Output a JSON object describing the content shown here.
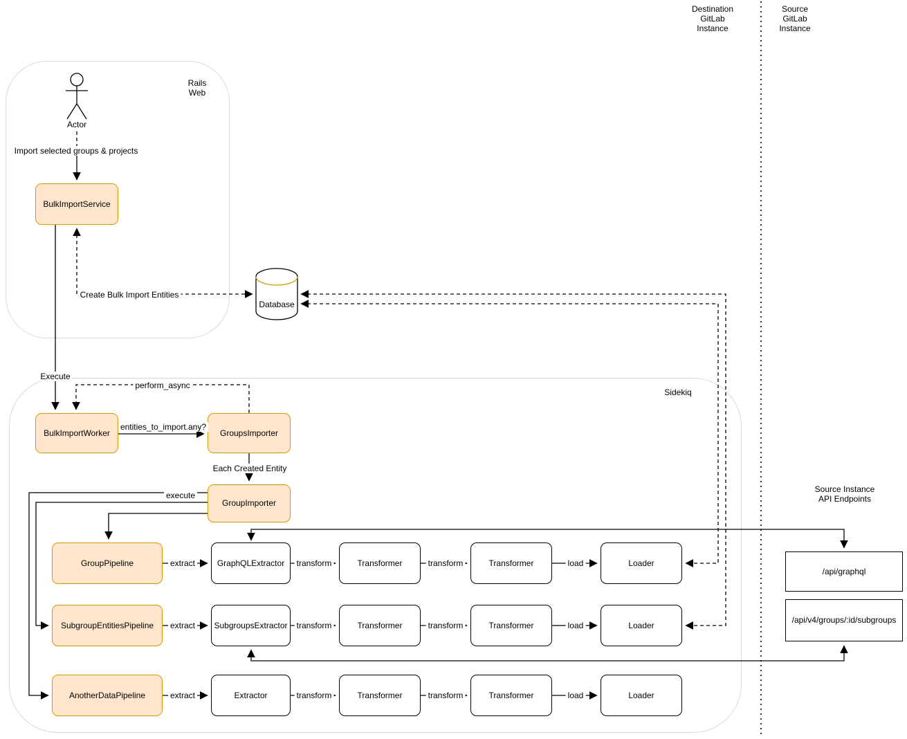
{
  "headers": {
    "destination_instance": "Destination\nGitLab\nInstance",
    "source_instance": "Source\nGitLab\nInstance",
    "api_endpoints_title": "Source Instance API Endpoints"
  },
  "containers": {
    "rails_web": "Rails\nWeb",
    "sidekiq": "Sidekiq"
  },
  "actor": {
    "label": "Actor"
  },
  "nodes": {
    "bulk_import_service": "BulkImportService",
    "database": "Database",
    "bulk_import_worker": "BulkImportWorker",
    "groups_importer": "GroupsImporter",
    "group_importer": "GroupImporter",
    "api_graphql": "/api/graphql",
    "api_subgroups": "/api/v4/groups/:id/subgroups"
  },
  "edge_labels": {
    "import_selected": "Import selected groups & projects",
    "create_bulk_import_entities": "Create Bulk Import Entities",
    "execute": "Execute",
    "perform_async": "perform_async",
    "entities_to_import": "entities_to_import.any?",
    "each_created_entity": "Each Created Entity",
    "group_importer_execute": "execute"
  },
  "pipeline_rows": [
    {
      "pipeline": "GroupPipeline",
      "extract_label": "extract",
      "extractor": "GraphQLExtractor",
      "transform1_label": "transform",
      "transformer1": "Transformer",
      "transform2_label": "transform",
      "transformer2": "Transformer",
      "load_label": "load",
      "loader": "Loader"
    },
    {
      "pipeline": "SubgroupEntitiesPipeline",
      "extract_label": "extract",
      "extractor": "SubgroupsExtractor",
      "transform1_label": "transform",
      "transformer1": "Transformer",
      "transform2_label": "transform",
      "transformer2": "Transformer",
      "load_label": "load",
      "loader": "Loader"
    },
    {
      "pipeline": "AnotherDataPipeline",
      "extract_label": "extract",
      "extractor": "Extractor",
      "transform1_label": "transform",
      "transformer1": "Transformer",
      "transform2_label": "transform",
      "transformer2": "Transformer",
      "load_label": "load",
      "loader": "Loader"
    }
  ],
  "colors": {
    "node_fill": "#FFE6CC",
    "node_stroke": "#D79B00",
    "plain_fill": "#FFFFFF",
    "plain_stroke": "#000000",
    "container_stroke": "#D9D9D9",
    "line": "#000000"
  }
}
